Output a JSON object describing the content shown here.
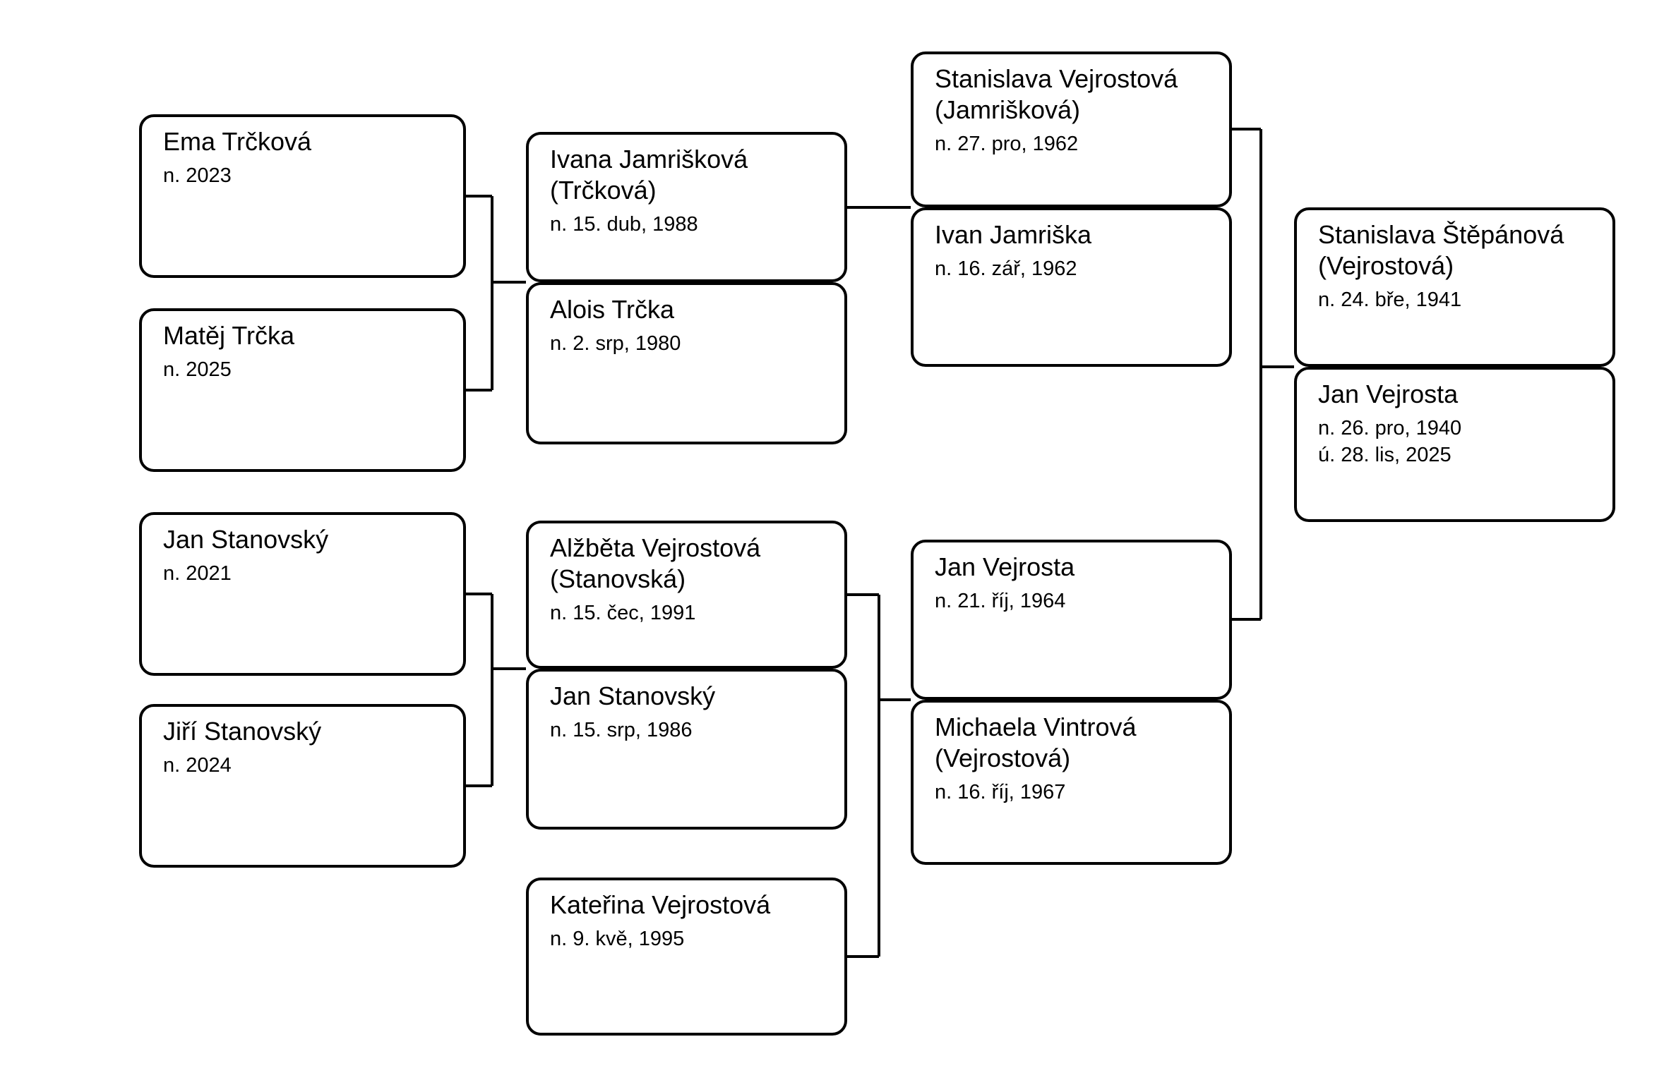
{
  "diagram": {
    "type": "family-tree",
    "background_color": "#ffffff",
    "box_fill_color": "#ffffff",
    "box_border_color": "#000000",
    "connector_color": "#000000"
  },
  "people": [
    {
      "id": "ema-trckova",
      "name": "Ema Trčková",
      "dates": [
        "n. 2023"
      ]
    },
    {
      "id": "matej-trcka",
      "name": "Matěj Trčka",
      "dates": [
        "n. 2025"
      ]
    },
    {
      "id": "jan-stanovsky-2021",
      "name": "Jan Stanovský",
      "dates": [
        "n. 2021"
      ]
    },
    {
      "id": "jiri-stanovsky",
      "name": "Jiří Stanovský",
      "dates": [
        "n. 2024"
      ]
    },
    {
      "id": "ivana-jamriskova",
      "name": "Ivana Jamrišková (Trčková)",
      "dates": [
        "n. 15. dub, 1988"
      ]
    },
    {
      "id": "alois-trcka",
      "name": "Alois Trčka",
      "dates": [
        "n. 2. srp, 1980"
      ]
    },
    {
      "id": "alzbeta-vejrostova",
      "name": "Alžběta Vejrostová (Stanovská)",
      "dates": [
        "n. 15. čec, 1991"
      ]
    },
    {
      "id": "jan-stanovsky-1986",
      "name": "Jan Stanovský",
      "dates": [
        "n. 15. srp, 1986"
      ]
    },
    {
      "id": "katerina-vejrostova",
      "name": "Kateřina Vejrostová",
      "dates": [
        "n. 9. kvě, 1995"
      ]
    },
    {
      "id": "stanislava-vejrostova",
      "name": "Stanislava Vejrostová (Jamrišková)",
      "dates": [
        "n. 27. pro, 1962"
      ]
    },
    {
      "id": "ivan-jamriska",
      "name": "Ivan Jamriška",
      "dates": [
        "n. 16. zář, 1962"
      ]
    },
    {
      "id": "jan-vejrosta-1964",
      "name": "Jan Vejrosta",
      "dates": [
        "n. 21. říj, 1964"
      ]
    },
    {
      "id": "michaela-vintrova",
      "name": "Michaela Vintrová (Vejrostová)",
      "dates": [
        "n. 16. říj, 1967"
      ]
    },
    {
      "id": "stanislava-stepanova",
      "name": "Stanislava Štěpánová (Vejrostová)",
      "dates": [
        "n. 24. bře, 1941"
      ]
    },
    {
      "id": "jan-vejrosta-1940",
      "name": "Jan Vejrosta",
      "dates": [
        "n. 26. pro, 1940",
        "ú. 28. lis, 2025"
      ]
    }
  ]
}
